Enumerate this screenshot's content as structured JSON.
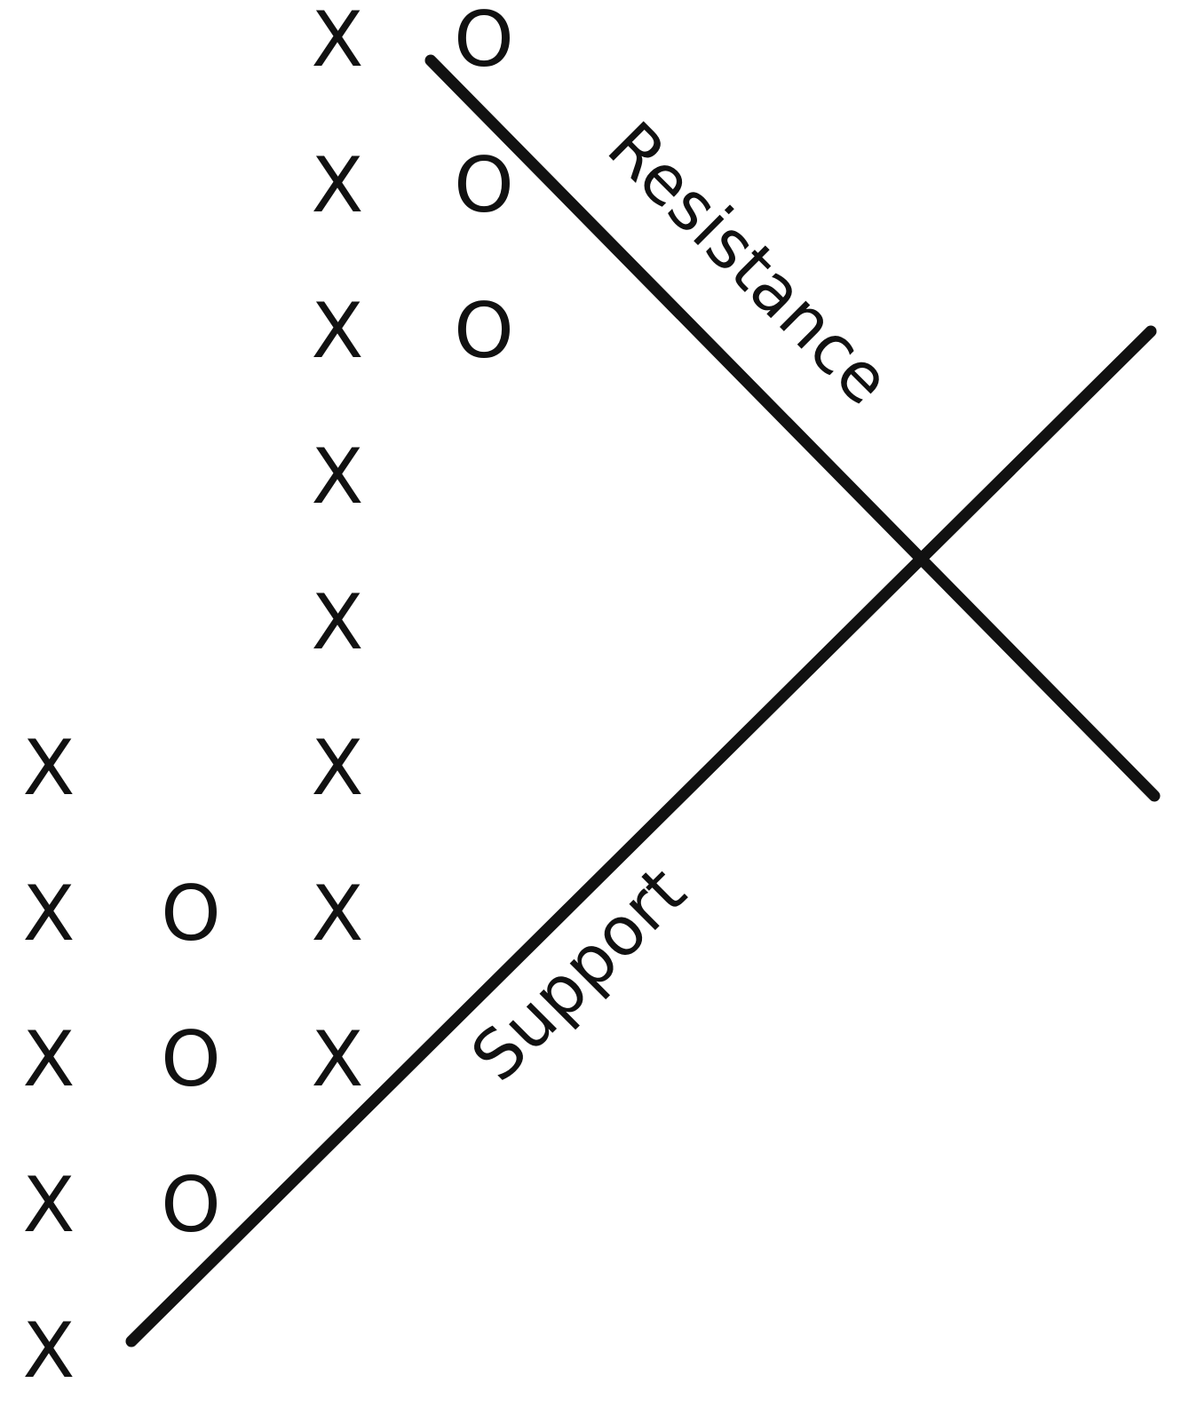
{
  "diagram": {
    "columns": [
      {
        "symbol": "X",
        "count": 5
      },
      {
        "symbol": "O",
        "count": 3
      },
      {
        "symbol": "X",
        "count": 8
      },
      {
        "symbol": "O",
        "count": 3
      }
    ],
    "lines": {
      "resistance_label": "Resistance",
      "support_label": "Support"
    },
    "colors": {
      "ink": "#111111",
      "background": "#ffffff"
    }
  }
}
